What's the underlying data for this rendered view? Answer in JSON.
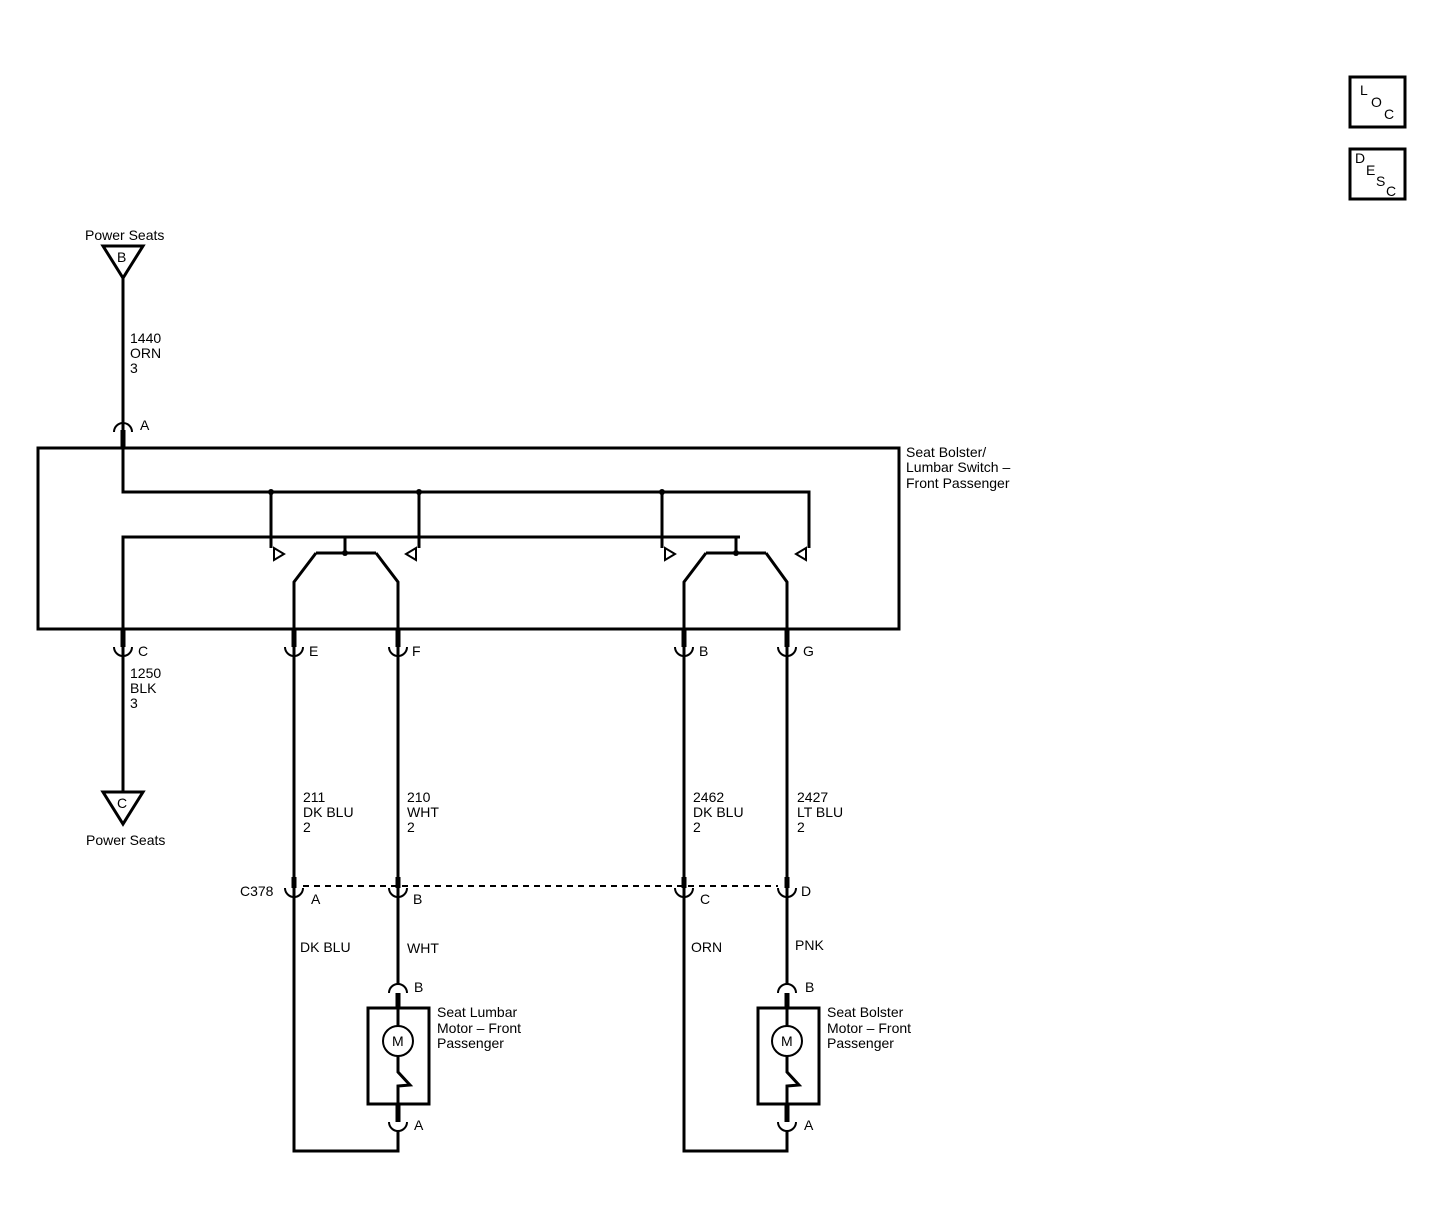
{
  "nav_buttons": {
    "loc": {
      "l1": "L",
      "l2": "O",
      "l3": "C"
    },
    "desc": {
      "l1": "D",
      "l2": "E",
      "l3": "S",
      "l4": "C"
    }
  },
  "power_top": {
    "label": "Power Seats",
    "letter": "B"
  },
  "power_bottom": {
    "label": "Power Seats",
    "letter": "C"
  },
  "wire_1440": {
    "num": "1440",
    "color": "ORN",
    "size": "3"
  },
  "wire_1250": {
    "num": "1250",
    "color": "BLK",
    "size": "3"
  },
  "switch": {
    "line1": "Seat Bolster/",
    "line2": "Lumbar Switch –",
    "line3": "Front Passenger",
    "pins": {
      "a": "A",
      "c": "C",
      "e": "E",
      "f": "F",
      "b": "B",
      "g": "G"
    }
  },
  "wires": {
    "w211": {
      "num": "211",
      "color": "DK BLU",
      "size": "2"
    },
    "w210": {
      "num": "210",
      "color": "WHT",
      "size": "2"
    },
    "w2462": {
      "num": "2462",
      "color": "DK BLU",
      "size": "2"
    },
    "w2427": {
      "num": "2427",
      "color": "LT BLU",
      "size": "2"
    }
  },
  "c378": {
    "name": "C378",
    "pins": {
      "a": "A",
      "b": "B",
      "c": "C",
      "d": "D"
    }
  },
  "lower_colors": {
    "dkblu": "DK BLU",
    "wht": "WHT",
    "orn": "ORN",
    "pnk": "PNK"
  },
  "lumbar_motor": {
    "line1": "Seat Lumbar",
    "line2": "Motor – Front",
    "line3": "Passenger",
    "symbol": "M",
    "pin_b": "B",
    "pin_a": "A"
  },
  "bolster_motor": {
    "line1": "Seat Bolster",
    "line2": "Motor – Front",
    "line3": "Passenger",
    "symbol": "M",
    "pin_b": "B",
    "pin_a": "A"
  }
}
